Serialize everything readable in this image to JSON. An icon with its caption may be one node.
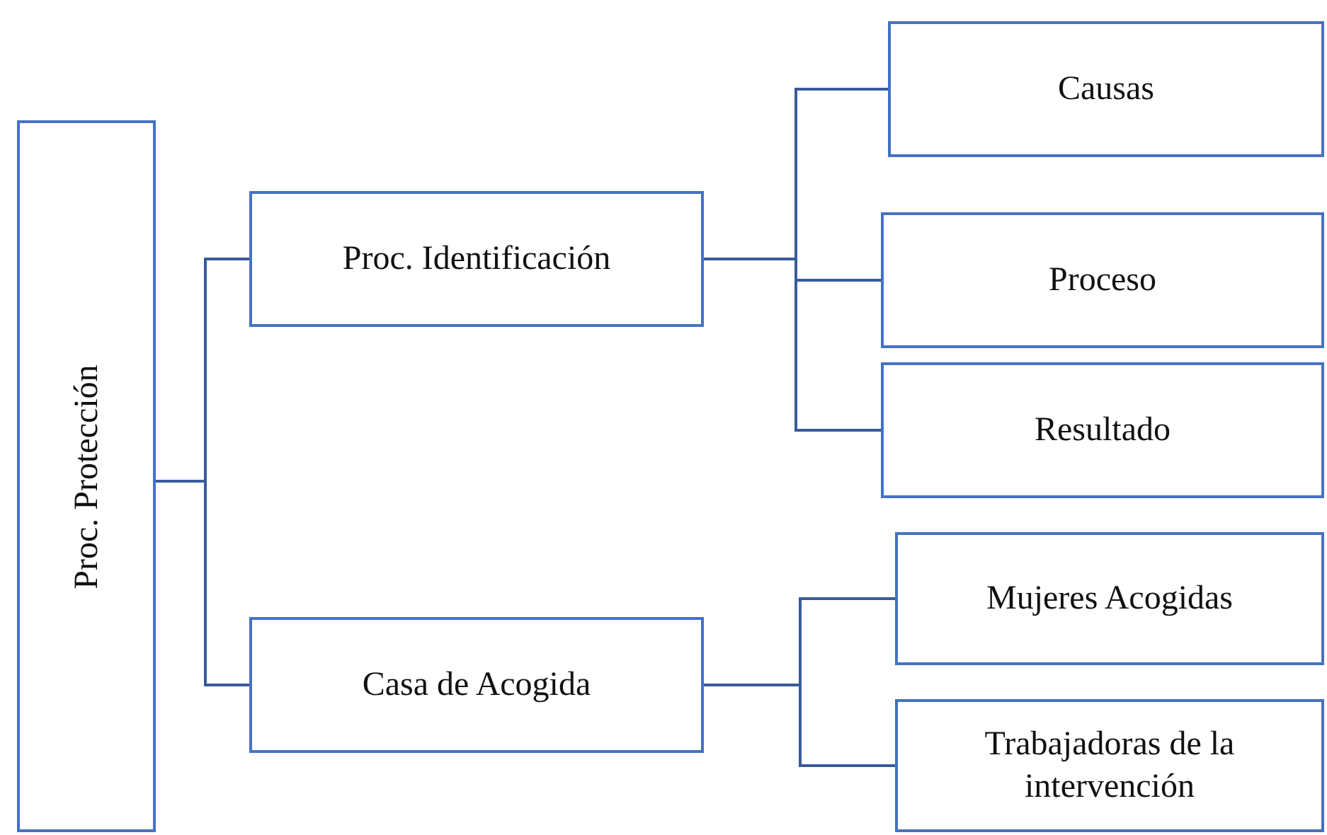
{
  "diagram": {
    "nodes": [
      {
        "text": [
          "Proc. Protección"
        ]
      },
      {
        "text": [
          "Proc. Identificación"
        ]
      },
      {
        "text": [
          "Causas"
        ]
      },
      {
        "text": [
          "Proceso"
        ]
      },
      {
        "text": [
          "Resultado"
        ]
      },
      {
        "text": [
          "Casa de Acogida"
        ]
      },
      {
        "text": [
          "Mujeres Acogidas"
        ]
      },
      {
        "text": [
          "Trabajadoras de la intervención"
        ]
      }
    ],
    "edges": [
      {
        "from": 0,
        "to": 1,
        "arrow": "none"
      },
      {
        "from": 0,
        "to": 5,
        "arrow": "none"
      },
      {
        "from": 1,
        "to": 2,
        "arrow": "none"
      },
      {
        "from": 1,
        "to": 3,
        "arrow": "none"
      },
      {
        "from": 1,
        "to": 4,
        "arrow": "none"
      },
      {
        "from": 5,
        "to": 6,
        "arrow": "none"
      },
      {
        "from": 5,
        "to": 7,
        "arrow": "none"
      }
    ]
  }
}
